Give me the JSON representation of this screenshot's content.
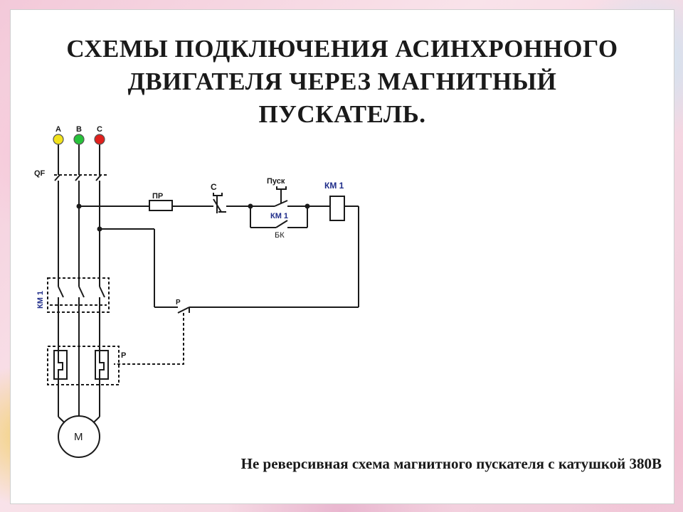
{
  "title": {
    "line1": "СХЕМЫ  ПОДКЛЮЧЕНИЯ  АСИНХРОННОГО",
    "line2": "ДВИГАТЕЛЯ ЧЕРЕЗ МАГНИТНЫЙ",
    "line3": "ПУСКАТЕЛЬ."
  },
  "caption": "Не реверсивная схема магнитного пускателя с катушкой 380В",
  "diagram": {
    "phases": [
      {
        "label": "A",
        "color": "#f2e21b"
      },
      {
        "label": "B",
        "color": "#27c23a"
      },
      {
        "label": "C",
        "color": "#e0201c"
      }
    ],
    "labels": {
      "breaker": "QF",
      "fuse": "ПР",
      "stop": "С",
      "start": "Пуск",
      "coil": "КМ 1",
      "aux_contact": "КМ 1",
      "aux_contact_sub": "БК",
      "contactor": "КМ 1",
      "relay_contact": "Р",
      "relay": "Р",
      "motor": "M"
    },
    "colors": {
      "wire": "#1a1a1a",
      "coil_label": "#1f2d8a",
      "contactor_label": "#1f2d8a"
    }
  }
}
